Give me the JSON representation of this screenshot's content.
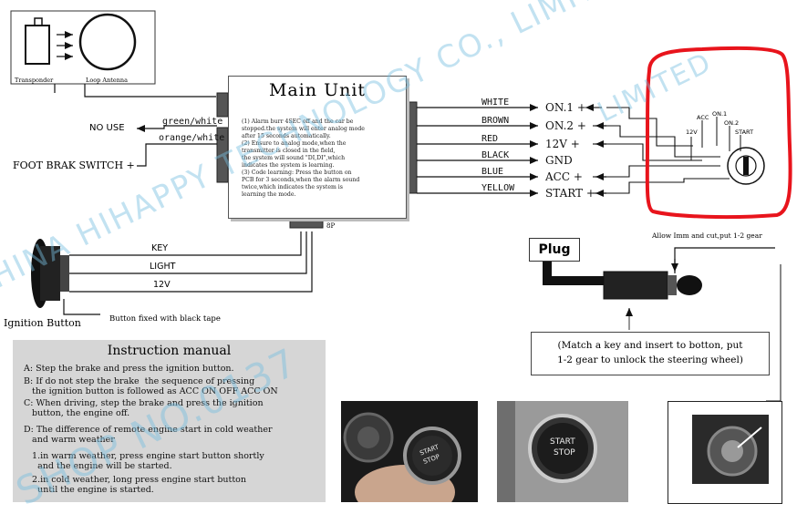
{
  "transponder": {
    "left_label": "Transponder",
    "right_label": "Loop Antenna"
  },
  "main_unit": {
    "title": "Main Unit",
    "description": [
      "(1) Alarm burr 4SEC off and the car be",
      "stopped.the system will enter analog mode",
      "after 15 seconds automatically.",
      "(2) Ensure to analog mode,when the",
      "transmitter is closed in the field,",
      "the system will sound \"DI,DI\",which",
      "indicates the system is learning.",
      "(3) Code learning: Press the button on",
      "PCB for 3 seconds,when the alarm sound",
      "twice,which indicates the system is",
      "learning the mode."
    ]
  },
  "left_wires": {
    "green_white": "green/white",
    "orange_white": "orange/white",
    "no_use": "NO USE",
    "foot_brake": "FOOT BRAK SWITCH +",
    "output_code": "8P"
  },
  "output_wires": [
    {
      "color": "WHITE",
      "terminal": "ON.1 +"
    },
    {
      "color": "BROWN",
      "terminal": "ON.2 +"
    },
    {
      "color": "RED",
      "terminal": "12V +"
    },
    {
      "color": "BLACK",
      "terminal": "GND"
    },
    {
      "color": "BLUE",
      "terminal": "ACC +"
    },
    {
      "color": "YELLOW",
      "terminal": "START +"
    }
  ],
  "ignition_switch": {
    "labels": [
      "ACC",
      "ON.1",
      "ON.2",
      "12V",
      "START"
    ]
  },
  "ignition_button": {
    "label": "Ignition Button",
    "wires": [
      "KEY",
      "LIGHT",
      "12V"
    ],
    "fixed_note": "Button fixed with black tape"
  },
  "plug": {
    "label": "Plug",
    "side_note": "Allow Imm and cut,put 1-2 gear",
    "note_lines": [
      "(Match a key and insert to botton, put",
      "1-2 gear to unlock the steering wheel)"
    ]
  },
  "manual": {
    "title": "Instruction manual",
    "lines": [
      "A: Step the brake and press the ignition button.",
      "B: If do not step the brake  the sequence of pressing",
      "   the ignition button is followed as ACC ON OFF ACC ON",
      "C: When driving, step the brake and press the ignition",
      "   button, the engine off.",
      "D: The difference of remote engine start in cold weather",
      "   and warm weather",
      "   1.in warm weather, press engine start button shortly",
      "     and the engine will be started.",
      "   2.in cold weather, long press engine start button",
      "     until the engine is started."
    ]
  },
  "photos": {
    "button_text_line1": "START",
    "button_text_line2": "STOP"
  },
  "watermarks": [
    "CHINA HIHAPPY TECHNOLOGY CO., LIMITED",
    "SHOP NO.0137",
    "LIMITED"
  ],
  "colors": {
    "outline": "#e8141c",
    "manual_bg": "#d6d6d6",
    "watermark": "#7cc0e2"
  }
}
